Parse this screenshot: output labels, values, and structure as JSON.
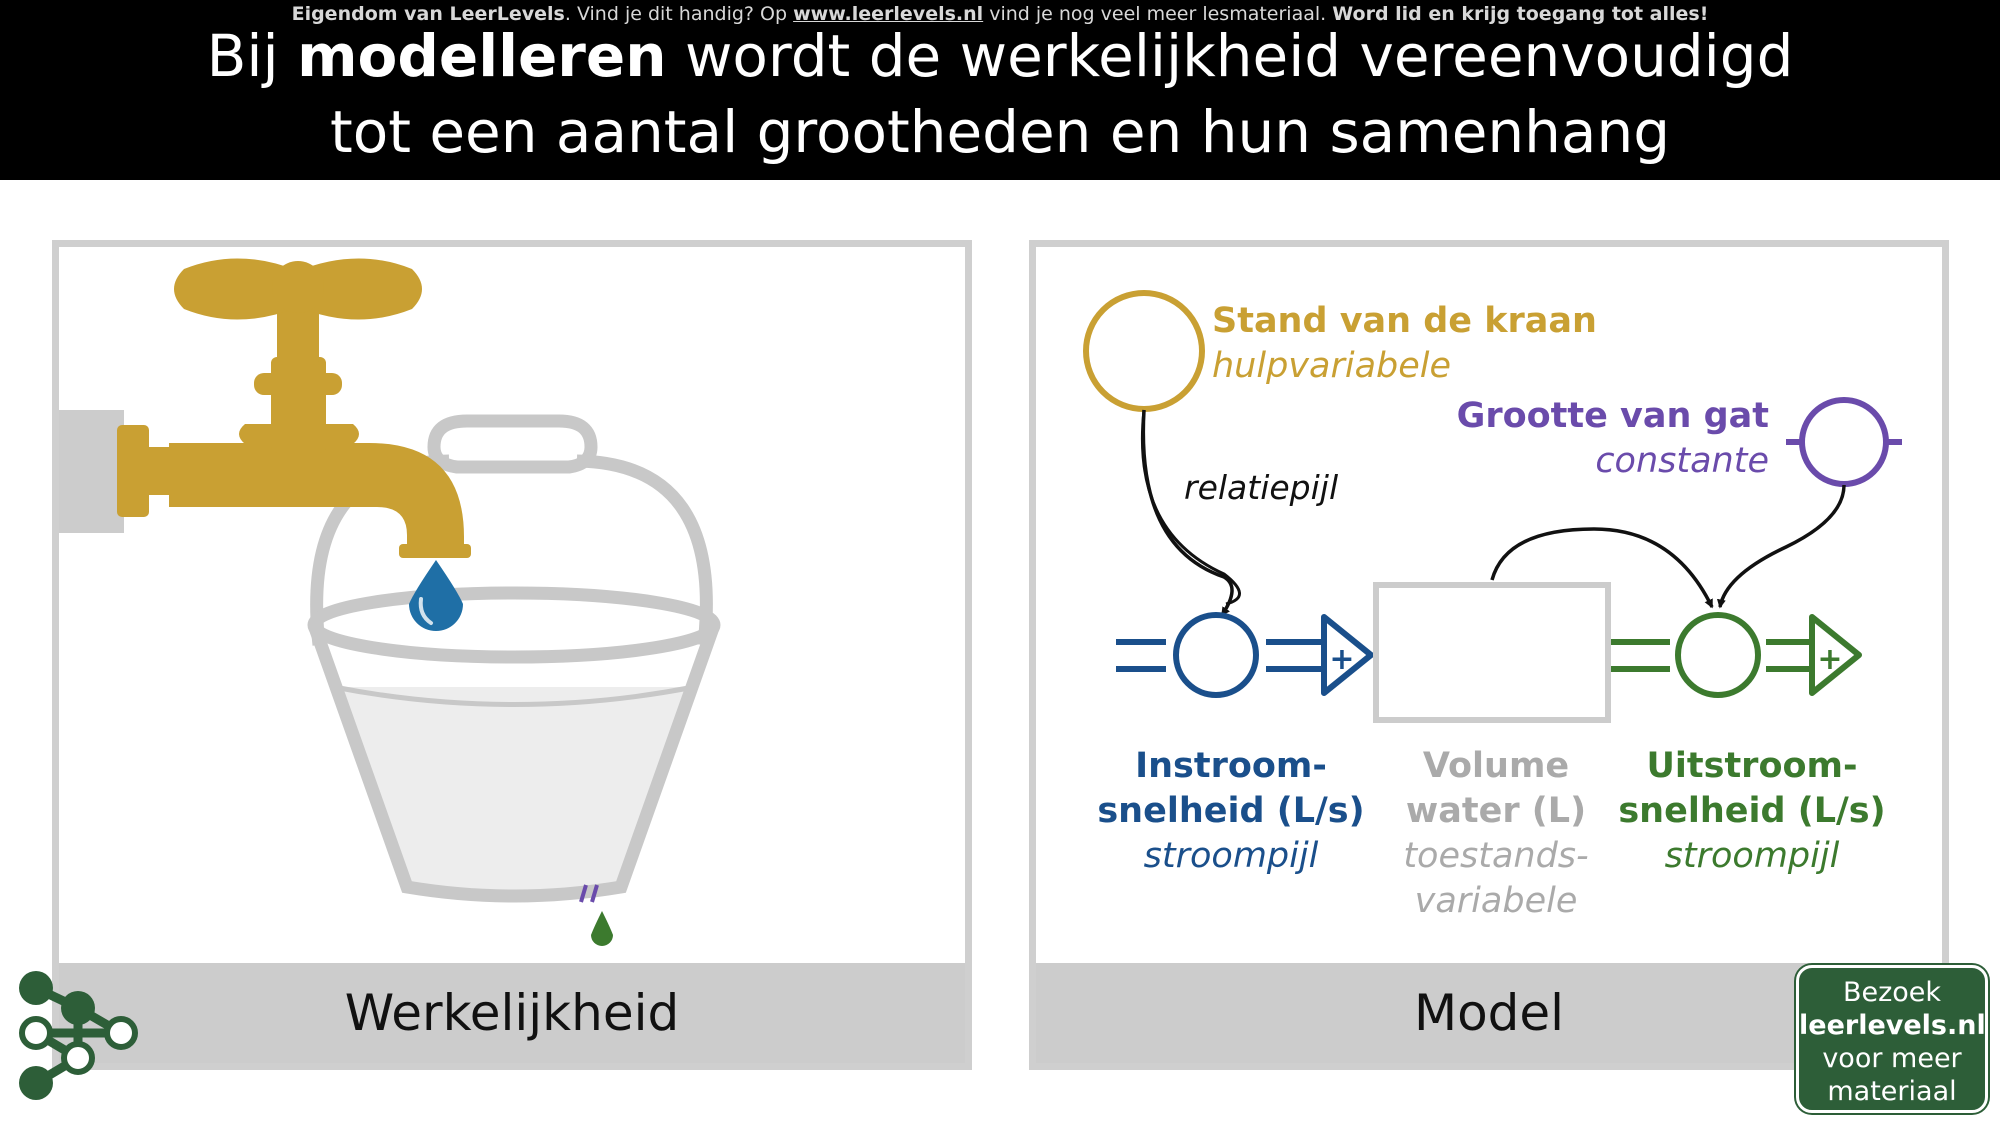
{
  "header": {
    "notice_owner": "Eigendom van LeerLevels",
    "notice_mid": ". Vind je dit handig? Op ",
    "notice_link": "www.leerlevels.nl",
    "notice_after": " vind je nog veel meer lesmateriaal. ",
    "notice_cta": "Word lid en krijg toegang tot alles!",
    "title_pre": "Bij ",
    "title_bold": "modelleren",
    "title_post": " wordt de werkelijkheid vereenvoudigd",
    "title_line2": "tot een aantal grootheden en hun samenhang"
  },
  "left_panel": {
    "label": "Werkelijkheid"
  },
  "right_panel": {
    "label": "Model",
    "aux": {
      "name": "Stand van de kraan",
      "type": "hulpvariabele"
    },
    "const": {
      "name": "Grootte van gat",
      "type": "constante"
    },
    "relation": "relatiepijl",
    "plus": "+",
    "inflow": {
      "name1": "Instroom-",
      "name2": "snelheid (L/s)",
      "type": "stroompijl"
    },
    "stock": {
      "name1": "Volume",
      "name2": "water (L)",
      "type1": "toestands-",
      "type2": "variabele"
    },
    "outflow": {
      "name1": "Uitstroom-",
      "name2": "snelheid (L/s)",
      "type": "stroompijl"
    }
  },
  "cta": {
    "line1": "Bezoek",
    "line2": "leerlevels.nl",
    "line3": "voor meer",
    "line4": "materiaal"
  },
  "colors": {
    "gold": "#c9a033",
    "blue": "#1a4f8b",
    "green": "#3c7a2e",
    "purple": "#6a4bab",
    "grey": "#aaaaaa",
    "water": "#1f6fa6",
    "logo": "#2d5e38"
  }
}
